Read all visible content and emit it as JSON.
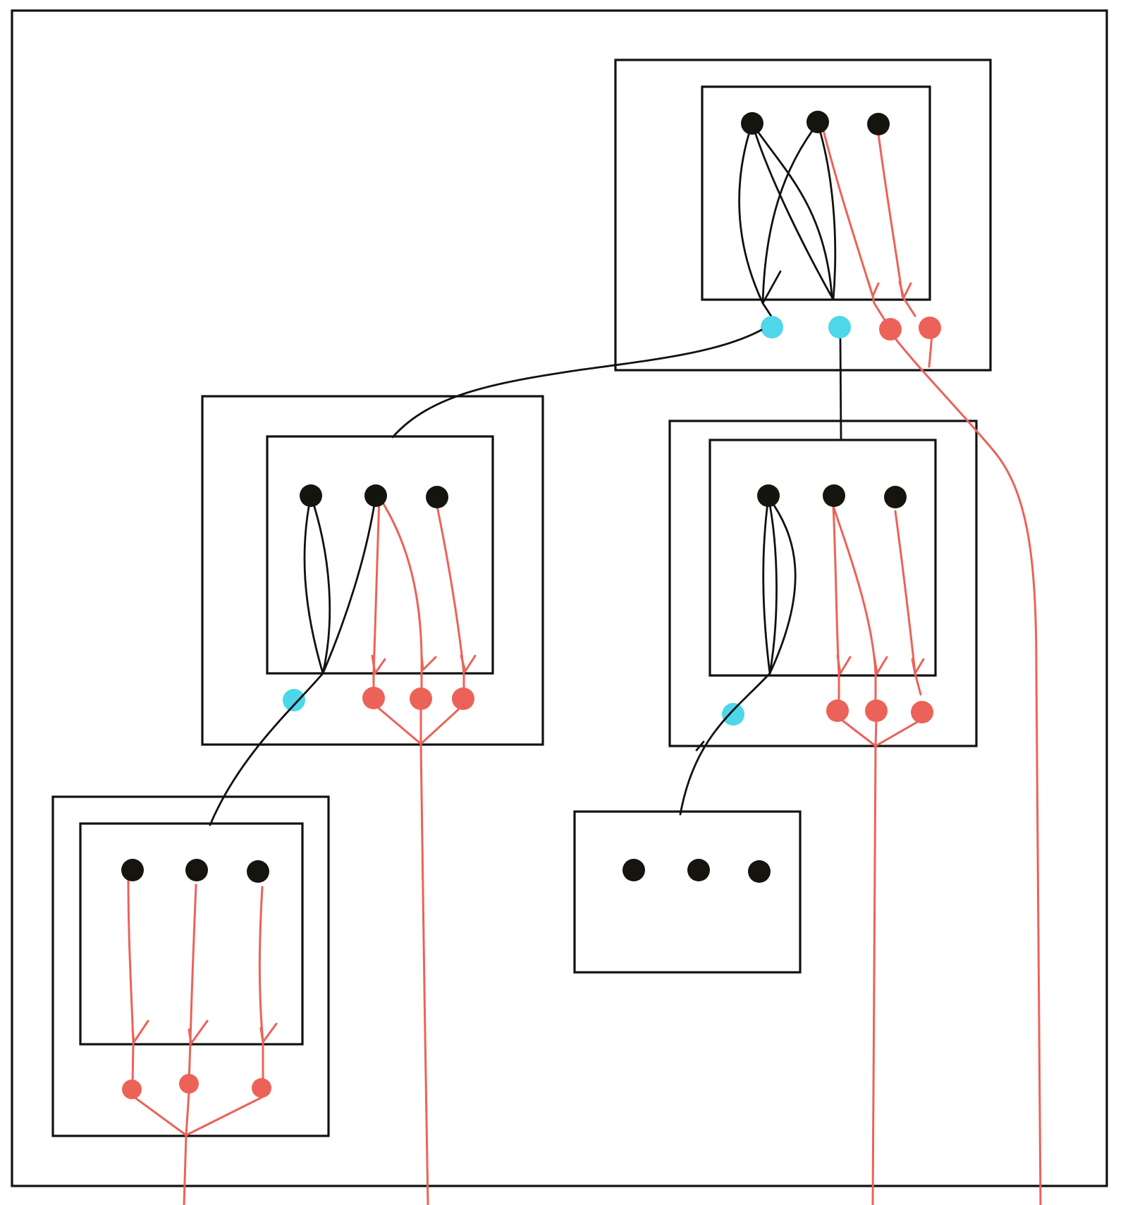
{
  "colors": {
    "background": "#ffffff",
    "outline": "#111111",
    "black_node": "#15140f",
    "cyan_node": "#4dd7e8",
    "red_node": "#ec6258",
    "red_wire": "#ec6258"
  },
  "modules": [
    {
      "id": "top-right",
      "black_nodes": 3,
      "cyan_ports": 2,
      "red_ports": 2
    },
    {
      "id": "middle-left",
      "black_nodes": 3,
      "cyan_ports": 1,
      "red_ports": 3
    },
    {
      "id": "middle-right",
      "black_nodes": 3,
      "cyan_ports": 1,
      "red_ports": 3
    },
    {
      "id": "bottom-left",
      "black_nodes": 3,
      "cyan_ports": 0,
      "red_ports": 3
    },
    {
      "id": "bottom-center",
      "black_nodes": 3,
      "cyan_ports": 0,
      "red_ports": 0
    }
  ]
}
